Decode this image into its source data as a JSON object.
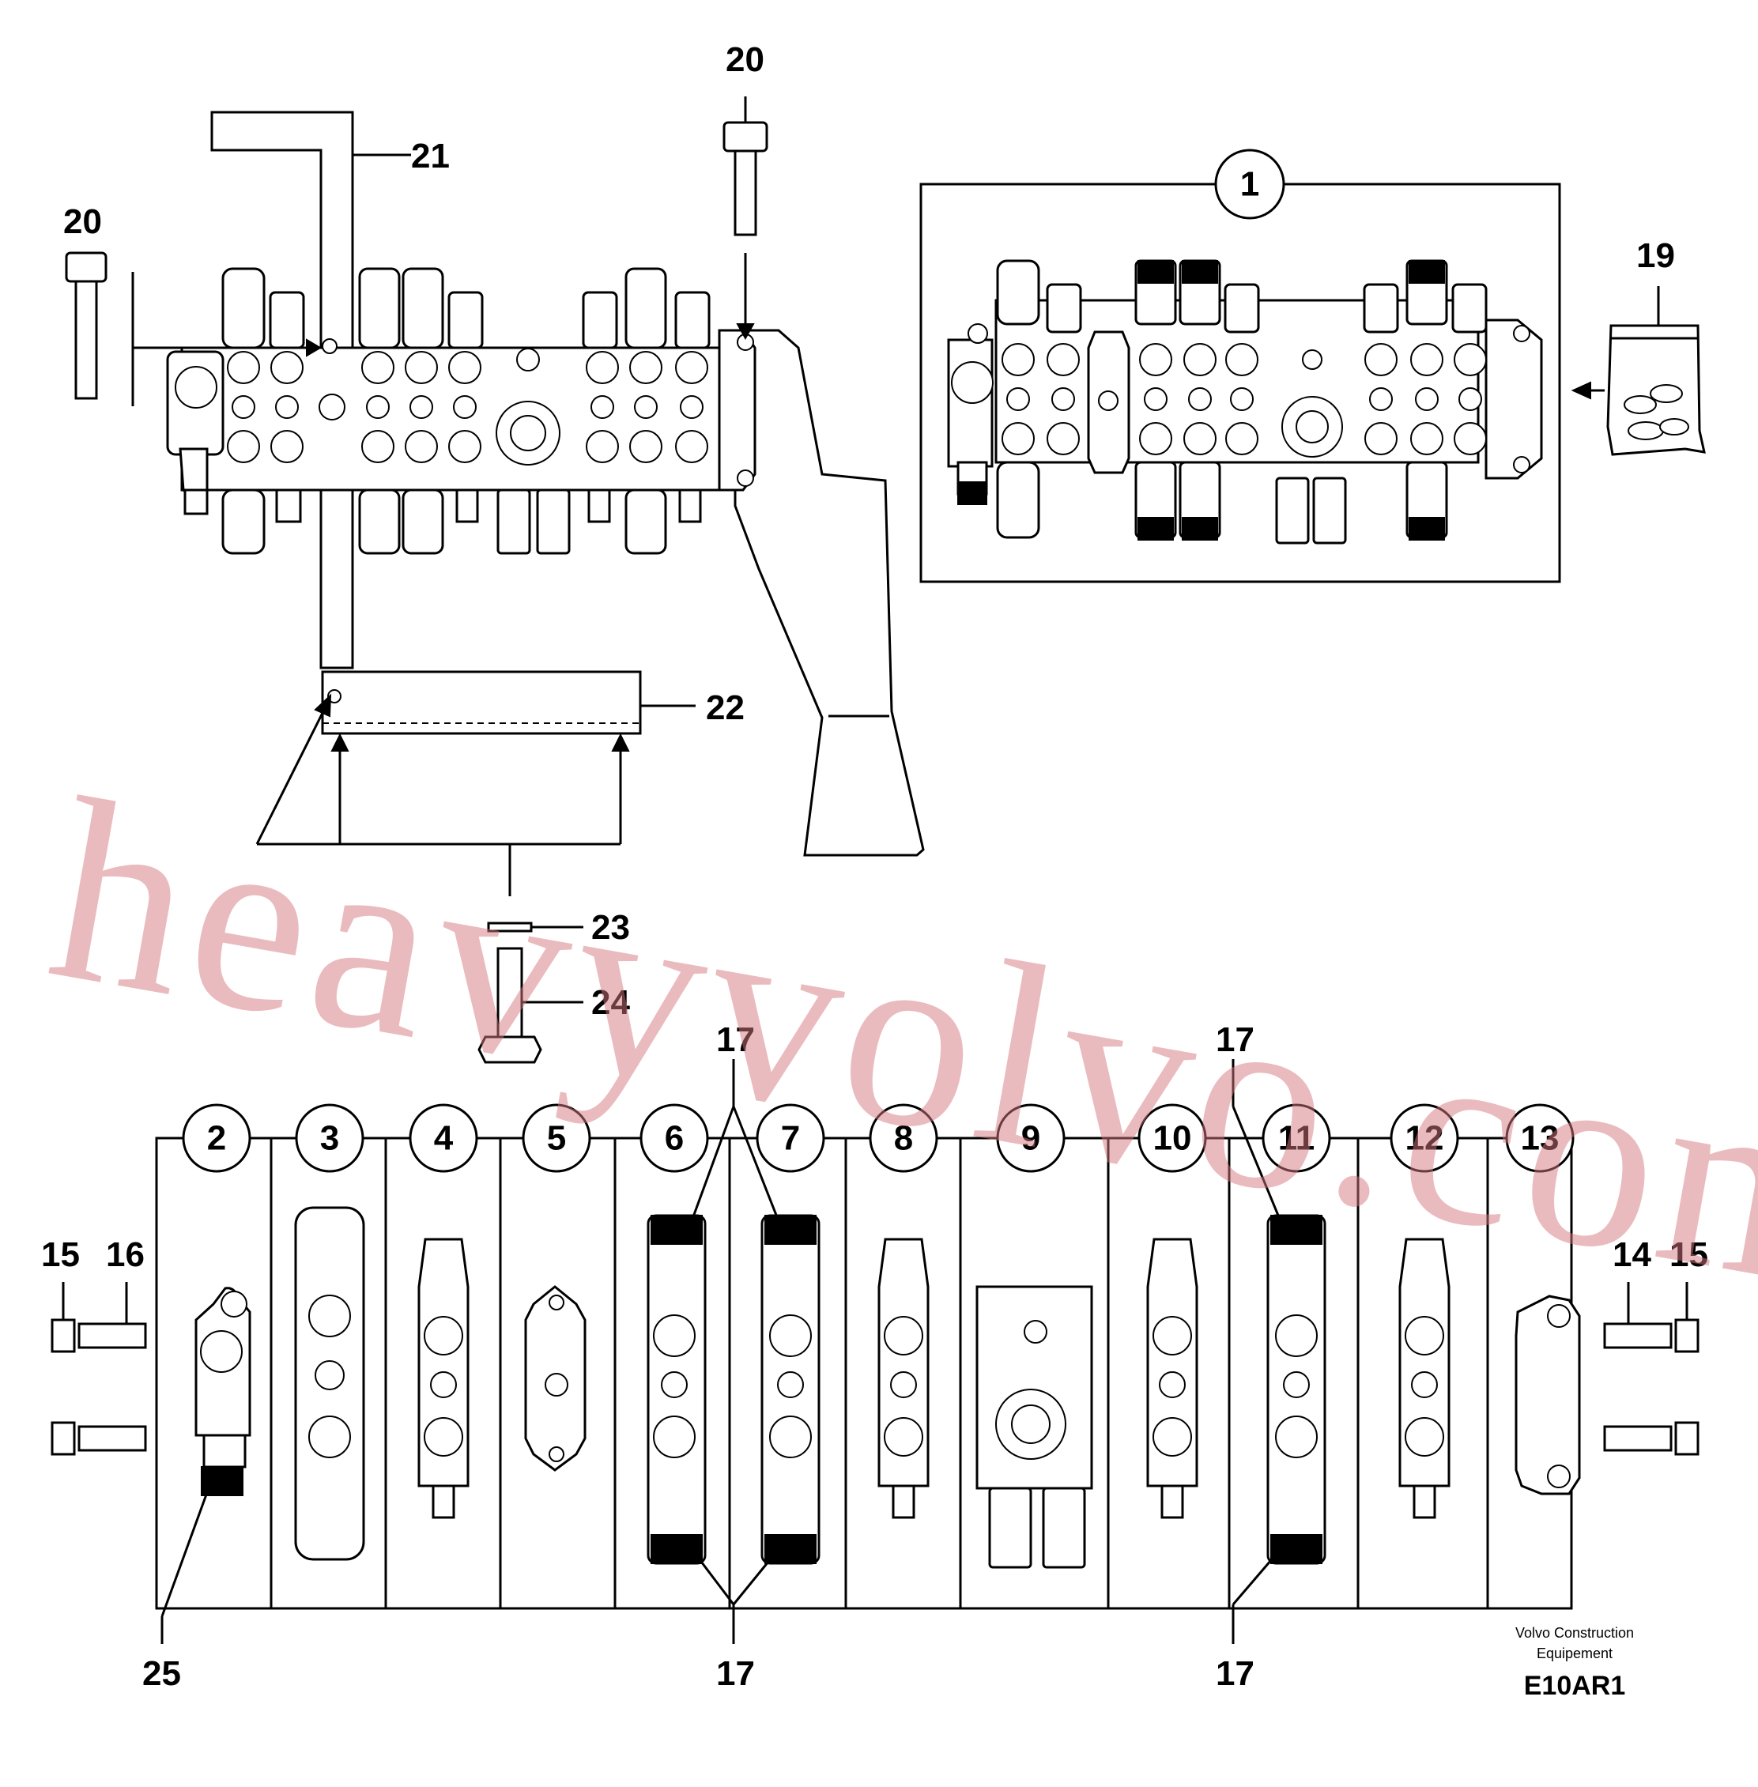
{
  "callouts": {
    "c20a": "20",
    "c20b": "20",
    "c21": "21",
    "c22": "22",
    "c23": "23",
    "c24": "24",
    "c19": "19",
    "c15a": "15",
    "c16": "16",
    "c14": "14",
    "c15b": "15",
    "c17a": "17",
    "c17b": "17",
    "c17c": "17",
    "c17d": "17",
    "c25": "25"
  },
  "assembly_number": "1",
  "section_numbers": [
    "2",
    "3",
    "4",
    "5",
    "6",
    "7",
    "8",
    "9",
    "10",
    "11",
    "12",
    "13"
  ],
  "footer": {
    "maker_line1": "Volvo Construction",
    "maker_line2": "Equipement",
    "drawing_code": "E10AR1"
  },
  "watermark": "heavyvolvo.com",
  "colors": {
    "line": "#000000",
    "watermark": "#d6787e"
  }
}
